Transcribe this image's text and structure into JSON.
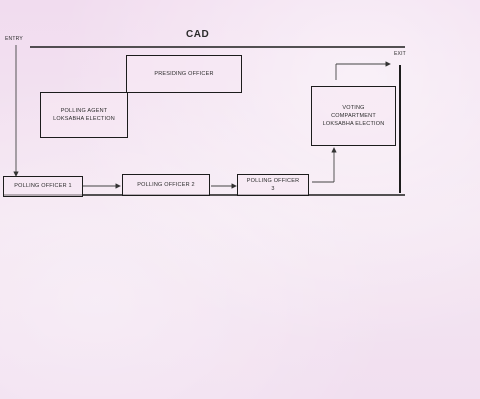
{
  "diagram": {
    "title": "CAD",
    "entry_label": "ENTRY",
    "exit_label": "EXIT",
    "nodes": {
      "presiding_officer": [
        "PRESIDING OFFICER"
      ],
      "polling_agent": [
        "POLLING AGENT",
        "LOKSABHA ELECTION"
      ],
      "voting_compartment": [
        "VOTING",
        "COMPARTMENT",
        "LOKSABHA ELECTION"
      ],
      "polling_officer_1": [
        "POLLING OFFICER 1"
      ],
      "polling_officer_2": [
        "POLLING OFFICER 2"
      ],
      "polling_officer_3": [
        "POLLING OFFICER",
        "3"
      ]
    }
  }
}
